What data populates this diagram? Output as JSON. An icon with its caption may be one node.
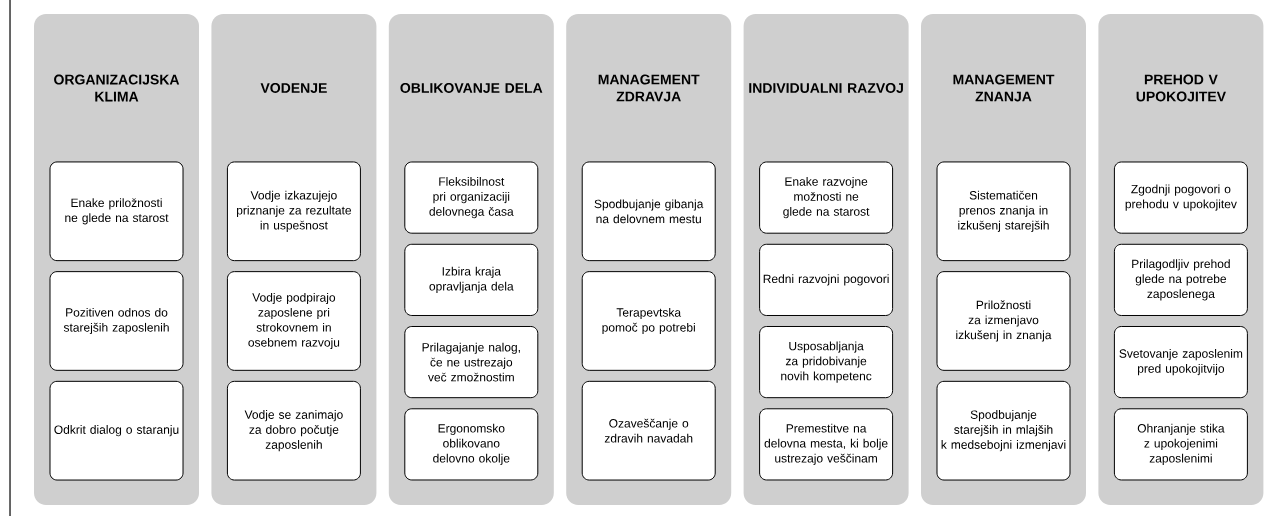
{
  "diagram": {
    "nodes": [
      {
        "text": [
          "ORGANIZACIJSKA KLIMA"
        ]
      },
      {
        "text": [
          "Enake priložnosti ne glede na starost"
        ],
        "in": 0
      },
      {
        "text": [
          "Pozitiven odnos do starejših zaposlenih"
        ],
        "in": 0
      },
      {
        "text": [
          "Odkrit dialog o staranju"
        ],
        "in": 0
      },
      {
        "text": [
          "VODENJE"
        ]
      },
      {
        "text": [
          "Vodje izkazujejo priznanje za rezultate in uspešnost"
        ],
        "in": 4
      },
      {
        "text": [
          "Vodje podpirajo zaposlene pri strokovnem in osebnem razvoju"
        ],
        "in": 4
      },
      {
        "text": [
          "Vodje se zanimajo za dobro počutje zaposlenih"
        ],
        "in": 4
      },
      {
        "text": [
          "OBLIKOVANJE DELA"
        ]
      },
      {
        "text": [
          "Fleksibilnost pri organizaciji delovnega časa"
        ],
        "in": 8
      },
      {
        "text": [
          "Izbira kraja opravljanja dela"
        ],
        "in": 8
      },
      {
        "text": [
          "Prilagajanje nalog, če ne ustrezajo več zmožnostim"
        ],
        "in": 8
      },
      {
        "text": [
          "Ergonomsko oblikovano delovno okolje"
        ],
        "in": 8
      },
      {
        "text": [
          "MANAGEMENT ZDRAVJA"
        ]
      },
      {
        "text": [
          "Spodbujanje gibanja na delovnem mestu"
        ],
        "in": 13
      },
      {
        "text": [
          "Terapevtska pomoč po potrebi"
        ],
        "in": 13
      },
      {
        "text": [
          "Ozaveščanje o zdravih navadah"
        ],
        "in": 13
      },
      {
        "text": [
          "INDIVIDUALNI RAZVOJ"
        ]
      },
      {
        "text": [
          "Enake razvojne možnosti ne glede na starost"
        ],
        "in": 17
      },
      {
        "text": [
          "Redni razvojni pogovori"
        ],
        "in": 17
      },
      {
        "text": [
          "Usposabljanja za pridobivanje novih kompetenc"
        ],
        "in": 17
      },
      {
        "text": [
          "Premestitve na delovna mesta, ki bolje ustrezajo veščinam"
        ],
        "in": 17
      },
      {
        "text": [
          "MANAGEMENT ZNANJA"
        ]
      },
      {
        "text": [
          "Sistematičen prenos znanja in izkušenj starejših"
        ],
        "in": 22
      },
      {
        "text": [
          "Priložnosti za izmenjavo izkušenj in znanja"
        ],
        "in": 22
      },
      {
        "text": [
          "Spodbujanje starejših in mlajših k medsebojni izmenjavi"
        ],
        "in": 22
      },
      {
        "text": [
          "PREHOD V UPOKOJITEV"
        ]
      },
      {
        "text": [
          "Zgodnji pogovori o prehodu v upokojitev"
        ],
        "in": 26
      },
      {
        "text": [
          "Prilagodljiv prehod glede na potrebe zaposlenega"
        ],
        "in": 26
      },
      {
        "text": [
          "Svetovanje zaposlenim pred upokojitvijo"
        ],
        "in": 26
      },
      {
        "text": [
          "Ohranjanje stika z upokojenimi zaposlenimi"
        ],
        "in": 26
      }
    ],
    "edges": []
  }
}
